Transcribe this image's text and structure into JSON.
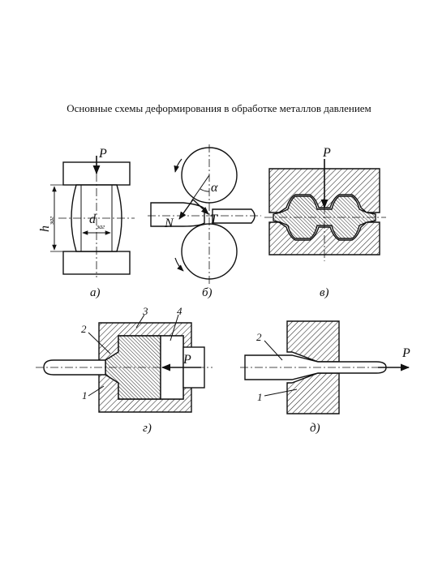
{
  "title": "Основные схемы деформирования в обработке металлов давлением",
  "panels": {
    "a": {
      "caption": "а)",
      "force": "P",
      "height_label": "h",
      "height_sub": "заг",
      "diameter_label": "d",
      "diameter_sub": "заг"
    },
    "b": {
      "caption": "б)",
      "angle": "α",
      "normal": "N",
      "tangent": "T"
    },
    "v": {
      "caption": "в)",
      "force": "P"
    },
    "g": {
      "caption": "г)",
      "force": "P",
      "part1": "1",
      "part2": "2",
      "part3": "3",
      "part4": "4"
    },
    "d": {
      "caption": "д)",
      "force": "P",
      "part1": "1",
      "part2": "2"
    }
  }
}
